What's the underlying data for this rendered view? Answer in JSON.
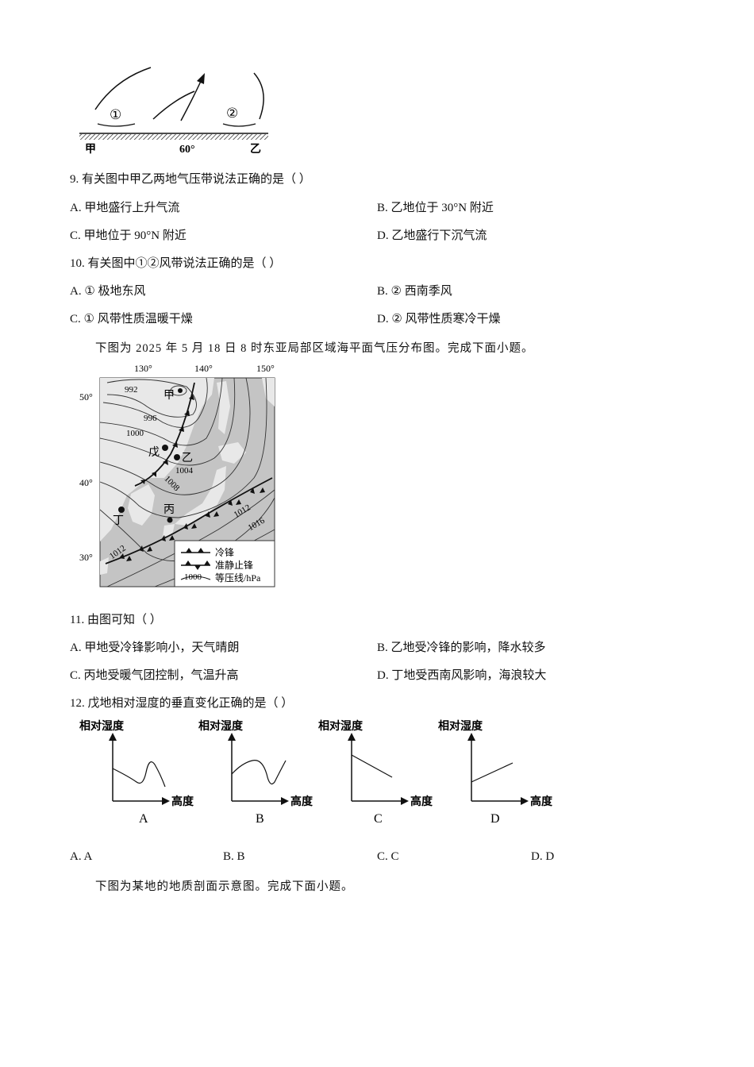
{
  "fig1": {
    "labels": [
      "甲",
      "60°",
      "乙"
    ],
    "markers": [
      "①",
      "②"
    ]
  },
  "q9": {
    "stem": "9. 有关图中甲乙两地气压带说法正确的是（    ）",
    "options": {
      "A": "A. 甲地盛行上升气流",
      "B": "B. 乙地位于 30°N 附近",
      "C": "C. 甲地位于 90°N 附近",
      "D": "D. 乙地盛行下沉气流"
    }
  },
  "q10": {
    "stem": "10. 有关图中①②风带说法正确的是（    ）",
    "options": {
      "A": "A. ① 极地东风",
      "B": "B. ② 西南季风",
      "C": "C. ① 风带性质温暖干燥",
      "D": "D. ② 风带性质寒冷干燥"
    }
  },
  "intro1": "下图为 2025 年 5 月 18 日 8 时东亚局部区域海平面气压分布图。完成下面小题。",
  "map": {
    "lon_labels": [
      "130°",
      "140°",
      "150°"
    ],
    "lat_labels": [
      "50°",
      "40°",
      "30°"
    ],
    "isobars": [
      "992",
      "996",
      "1000",
      "1004",
      "1008",
      "1012",
      "1016",
      "1012"
    ],
    "places": [
      "甲",
      "乙",
      "丙",
      "丁",
      "戊"
    ],
    "legend": {
      "cold_front": "冷锋",
      "stationary_front": "准静止锋",
      "isobar_sample": "1000",
      "isobar": "等压线/hPa"
    }
  },
  "q11": {
    "stem": "11. 由图可知（    ）",
    "options": {
      "A": "A. 甲地受冷锋影响小，天气晴朗",
      "B": "B. 乙地受冷锋的影响，降水较多",
      "C": "C. 丙地受暖气团控制，气温升高",
      "D": "D. 丁地受西南风影响，海浪较大"
    }
  },
  "q12": {
    "stem": "12. 戊地相对湿度的垂直变化正确的是（    ）",
    "graphs": [
      {
        "ylabel": "相对湿度",
        "xlabel": "高度",
        "name": "A"
      },
      {
        "ylabel": "相对湿度",
        "xlabel": "高度",
        "name": "B"
      },
      {
        "ylabel": "相对湿度",
        "xlabel": "高度",
        "name": "C"
      },
      {
        "ylabel": "相对湿度",
        "xlabel": "高度",
        "name": "D"
      }
    ],
    "options": {
      "A": "A. A",
      "B": "B. B",
      "C": "C. C",
      "D": "D. D"
    }
  },
  "intro2": "下图为某地的地质剖面示意图。完成下面小题。"
}
